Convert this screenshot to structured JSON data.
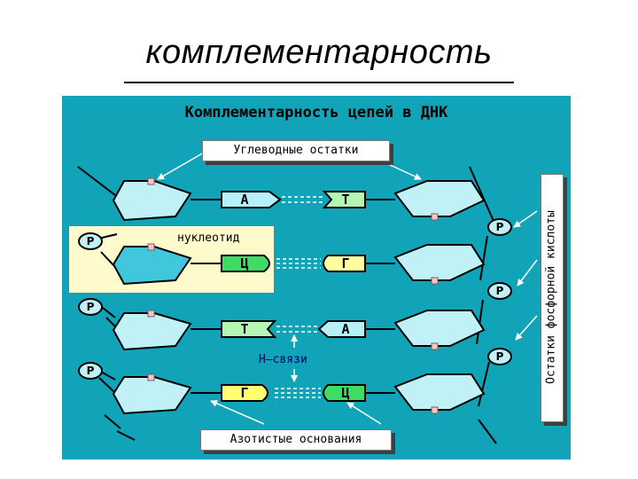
{
  "slide_title": "комплементарность",
  "diagram": {
    "title": "Комплементарность цепей в ДНК",
    "sugar_label": "Углеводные остатки",
    "base_label": "Азотистые основания",
    "phosphate_label": "Остатки фосфорной кислоты",
    "nucleotide_label": "нуклеотид",
    "hbond_label": "Н–связи",
    "phosphate_symbol": "Р",
    "base_pairs": [
      {
        "left": "А",
        "right": "Т"
      },
      {
        "left": "Ц",
        "right": "Г"
      },
      {
        "left": "Т",
        "right": "А"
      },
      {
        "left": "Г",
        "right": "Ц"
      }
    ],
    "colors": {
      "background": "#11a3b8",
      "sugar": "#bff1f7",
      "nucleotide_sugar": "#41c7dc",
      "nucleotide_highlight": "#fffacb",
      "base_green": "#3ddc65",
      "base_yellow": "#ffff70",
      "base_left_blue": "#b8f0f8",
      "base_right_green": "#b7f5b5",
      "base_right_yellow": "#ffffa0"
    }
  }
}
